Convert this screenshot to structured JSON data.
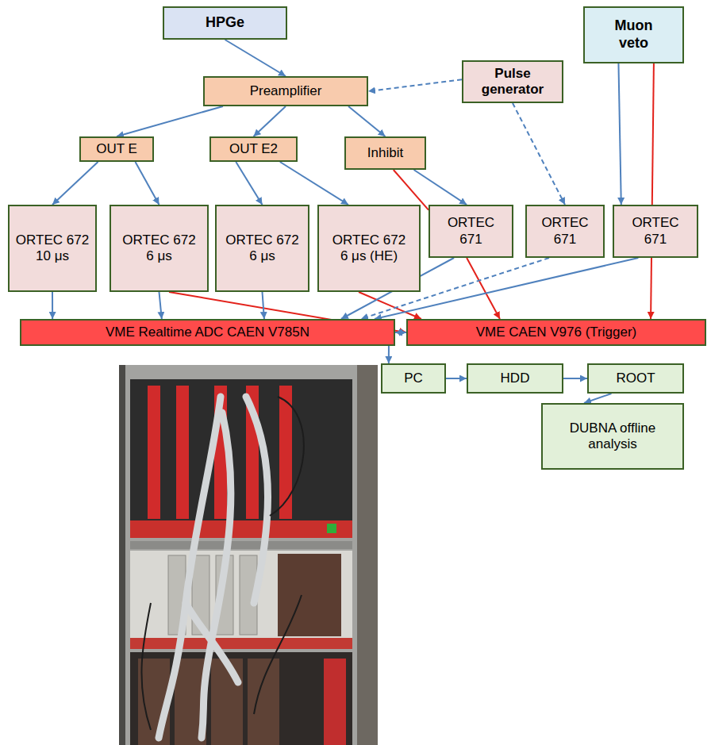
{
  "diagram": {
    "nodes": [
      {
        "text": [
          "HPGe"
        ]
      },
      {
        "text": [
          "Muon veto"
        ]
      },
      {
        "text": [
          "Preamplifier"
        ]
      },
      {
        "text": [
          "Pulse generator"
        ]
      },
      {
        "text": [
          "OUT E"
        ]
      },
      {
        "text": [
          "OUT E2"
        ]
      },
      {
        "text": [
          "Inhibit"
        ]
      },
      {
        "text": [
          "ORTEC 672 10 μs"
        ]
      },
      {
        "text": [
          "ORTEC 672 6 μs"
        ]
      },
      {
        "text": [
          "ORTEC 672 6 μs"
        ]
      },
      {
        "text": [
          "ORTEC 672 6 μs (HE)"
        ]
      },
      {
        "text": [
          "ORTEC 671"
        ]
      },
      {
        "text": [
          "ORTEC 671"
        ]
      },
      {
        "text": [
          "ORTEC 671"
        ]
      },
      {
        "text": [
          "VME Realtime ADC CAEN V785N"
        ]
      },
      {
        "text": [
          "VME CAEN V976 (Trigger)"
        ]
      },
      {
        "text": [
          "PC"
        ]
      },
      {
        "text": [
          "HDD"
        ]
      },
      {
        "text": [
          "ROOT"
        ]
      },
      {
        "text": [
          "DUBNA offline analysis"
        ]
      }
    ],
    "edges": [
      {
        "from": 0,
        "to": 2,
        "arrow": "to"
      },
      {
        "from": 3,
        "to": 2,
        "arrow": "to"
      },
      {
        "from": 2,
        "to": 4,
        "arrow": "to"
      },
      {
        "from": 2,
        "to": 5,
        "arrow": "to"
      },
      {
        "from": 2,
        "to": 6,
        "arrow": "to"
      },
      {
        "from": 4,
        "to": 7,
        "arrow": "to"
      },
      {
        "from": 4,
        "to": 8,
        "arrow": "to"
      },
      {
        "from": 5,
        "to": 9,
        "arrow": "to"
      },
      {
        "from": 5,
        "to": 10,
        "arrow": "to"
      },
      {
        "from": 6,
        "to": 11,
        "arrow": "to"
      },
      {
        "from": 6,
        "to": 11,
        "arrow": "none"
      },
      {
        "from": 3,
        "to": 12,
        "arrow": "to"
      },
      {
        "from": 1,
        "to": 13,
        "arrow": "to"
      },
      {
        "from": 1,
        "to": 15,
        "arrow": "to"
      },
      {
        "from": 7,
        "to": 14,
        "arrow": "to"
      },
      {
        "from": 8,
        "to": 14,
        "arrow": "to"
      },
      {
        "from": 8,
        "to": 15,
        "arrow": "to"
      },
      {
        "from": 9,
        "to": 14,
        "arrow": "to"
      },
      {
        "from": 10,
        "to": 15,
        "arrow": "to"
      },
      {
        "from": 11,
        "to": 14,
        "arrow": "to"
      },
      {
        "from": 11,
        "to": 15,
        "arrow": "to"
      },
      {
        "from": 12,
        "to": 14,
        "arrow": "to"
      },
      {
        "from": 13,
        "to": 14,
        "arrow": "to"
      },
      {
        "from": 14,
        "to": 15,
        "arrow": "both"
      },
      {
        "from": 14,
        "to": 16,
        "arrow": "to"
      },
      {
        "from": 16,
        "to": 17,
        "arrow": "to"
      },
      {
        "from": 17,
        "to": 18,
        "arrow": "to"
      },
      {
        "from": 18,
        "to": 19,
        "arrow": "to"
      }
    ]
  }
}
